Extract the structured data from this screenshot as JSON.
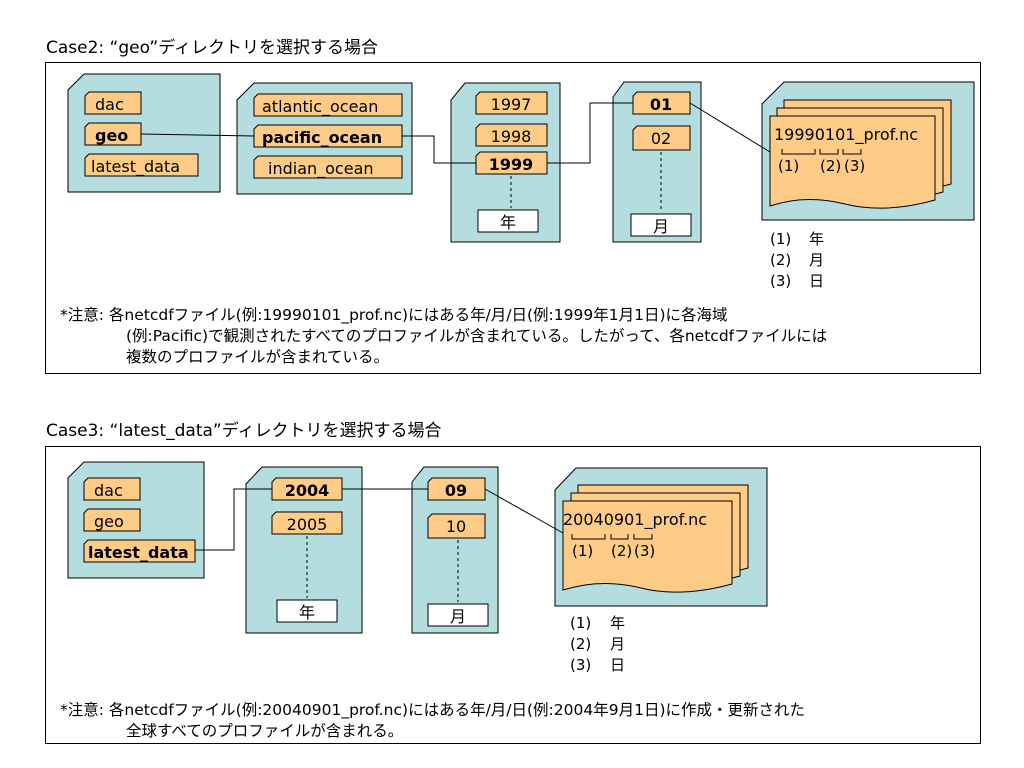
{
  "case2": {
    "heading": "Case2: “geo”ディレクトリを選択する場合",
    "root_folders": [
      "dac",
      "geo",
      "latest_data"
    ],
    "ocean_folders": [
      "atlantic_ocean",
      "pacific_ocean",
      "indian_ocean"
    ],
    "year_folders": [
      "1997",
      "1998",
      "1999"
    ],
    "year_label": "年",
    "month_folders": [
      "01",
      "02"
    ],
    "month_label": "月",
    "file_name": "19990101_prof.nc",
    "file_parts": [
      "(1)",
      "(2)",
      "(3)"
    ],
    "legend": [
      {
        "num": "(1)",
        "label": "年"
      },
      {
        "num": "(2)",
        "label": "月"
      },
      {
        "num": "(3)",
        "label": "日"
      }
    ],
    "note": [
      "*注意: 各netcdfファイル(例:19990101_prof.nc)にはある年/月/日(例:1999年1月1日)に各海域",
      "(例:Pacific)で観測されたすべてのプロファイルが含まれている。したがって、各netcdfファイルには",
      "複数のプロファイルが含まれている。"
    ]
  },
  "case3": {
    "heading": "Case3: “latest_data”ディレクトリを選択する場合",
    "root_folders": [
      "dac",
      "geo",
      "latest_data"
    ],
    "year_folders": [
      "2004",
      "2005"
    ],
    "year_label": "年",
    "month_folders": [
      "09",
      "10"
    ],
    "month_label": "月",
    "file_name": "20040901_prof.nc",
    "file_parts": [
      "(1)",
      "(2)",
      "(3)"
    ],
    "legend": [
      {
        "num": "(1)",
        "label": "年"
      },
      {
        "num": "(2)",
        "label": "月"
      },
      {
        "num": "(3)",
        "label": "日"
      }
    ],
    "note": [
      "*注意: 各netcdfファイル(例:20040901_prof.nc)にはある年/月/日(例:2004年9月1日)に作成・更新された",
      "全球すべてのプロファイルが含まれる。"
    ]
  },
  "colors": {
    "directory_fill": "#b4dde0",
    "folder_fill": "#ffcc88",
    "line": "#000000"
  }
}
